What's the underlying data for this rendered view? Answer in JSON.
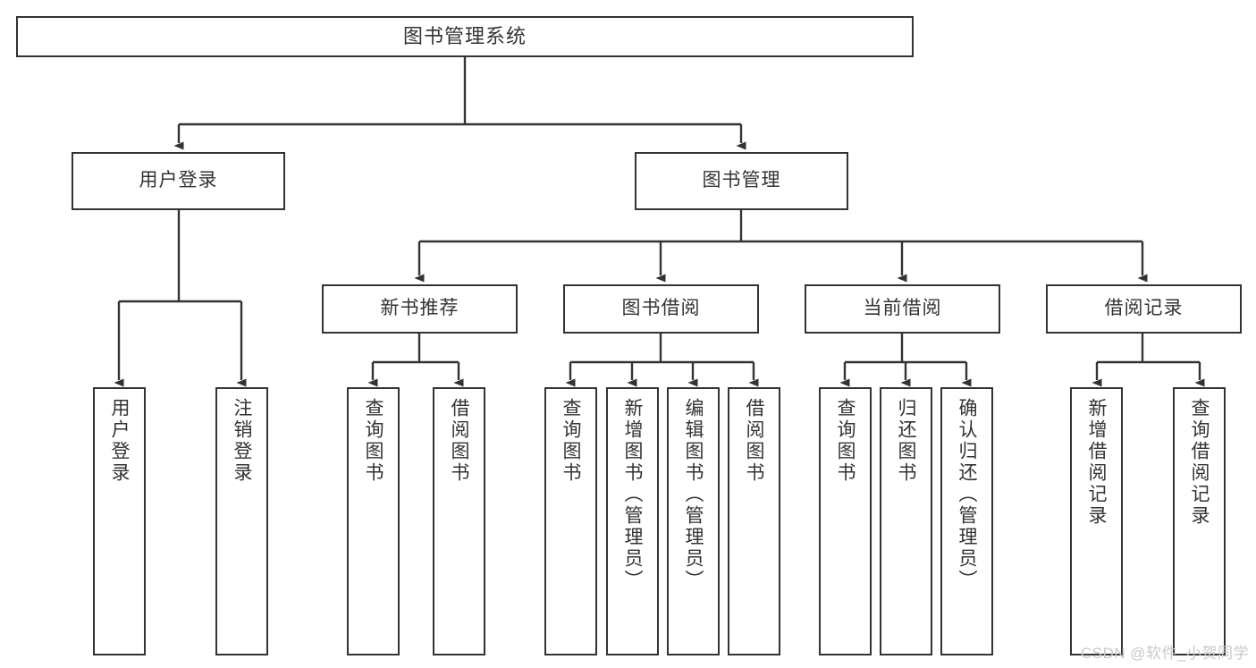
{
  "diagram": {
    "type": "tree",
    "title": "图书管理系统",
    "orientation": "top-down",
    "colors": {
      "box_border": "#333333",
      "box_fill": "#ffffff",
      "text": "#333333",
      "edge": "#333333",
      "background": "#ffffff",
      "watermark": "#c9c9c9"
    }
  },
  "nodes": {
    "root": {
      "label": "图书管理系统"
    },
    "level2": [
      {
        "id": "user-login",
        "label": "用户登录"
      },
      {
        "id": "book-manage",
        "label": "图书管理"
      }
    ],
    "level3": [
      {
        "id": "new-book-recommend",
        "label": "新书推荐"
      },
      {
        "id": "book-borrow",
        "label": "图书借阅"
      },
      {
        "id": "current-borrow",
        "label": "当前借阅"
      },
      {
        "id": "borrow-record",
        "label": "借阅记录"
      }
    ],
    "leaves": {
      "user_login": [
        {
          "id": "leaf-user-login",
          "label": "用户登录"
        },
        {
          "id": "leaf-logout-login",
          "label": "注销登录"
        }
      ],
      "new_book_recommend": [
        {
          "id": "leaf-query-book-1",
          "label": "查询图书"
        },
        {
          "id": "leaf-borrow-book-1",
          "label": "借阅图书"
        }
      ],
      "book_borrow": [
        {
          "id": "leaf-query-book-2",
          "label": "查询图书"
        },
        {
          "id": "leaf-add-book",
          "label": "新增图书（管理员）"
        },
        {
          "id": "leaf-edit-book",
          "label": "编辑图书（管理员）"
        },
        {
          "id": "leaf-borrow-book-2",
          "label": "借阅图书"
        }
      ],
      "current_borrow": [
        {
          "id": "leaf-query-book-3",
          "label": "查询图书"
        },
        {
          "id": "leaf-return-book",
          "label": "归还图书"
        },
        {
          "id": "leaf-confirm-return",
          "label": "确认归还（管理员）"
        }
      ],
      "borrow_record": [
        {
          "id": "leaf-add-record",
          "label": "新增借阅记录"
        },
        {
          "id": "leaf-query-record",
          "label": "查询借阅记录"
        }
      ]
    }
  },
  "watermark": {
    "text": "CSDN @软件_小贺同学"
  }
}
